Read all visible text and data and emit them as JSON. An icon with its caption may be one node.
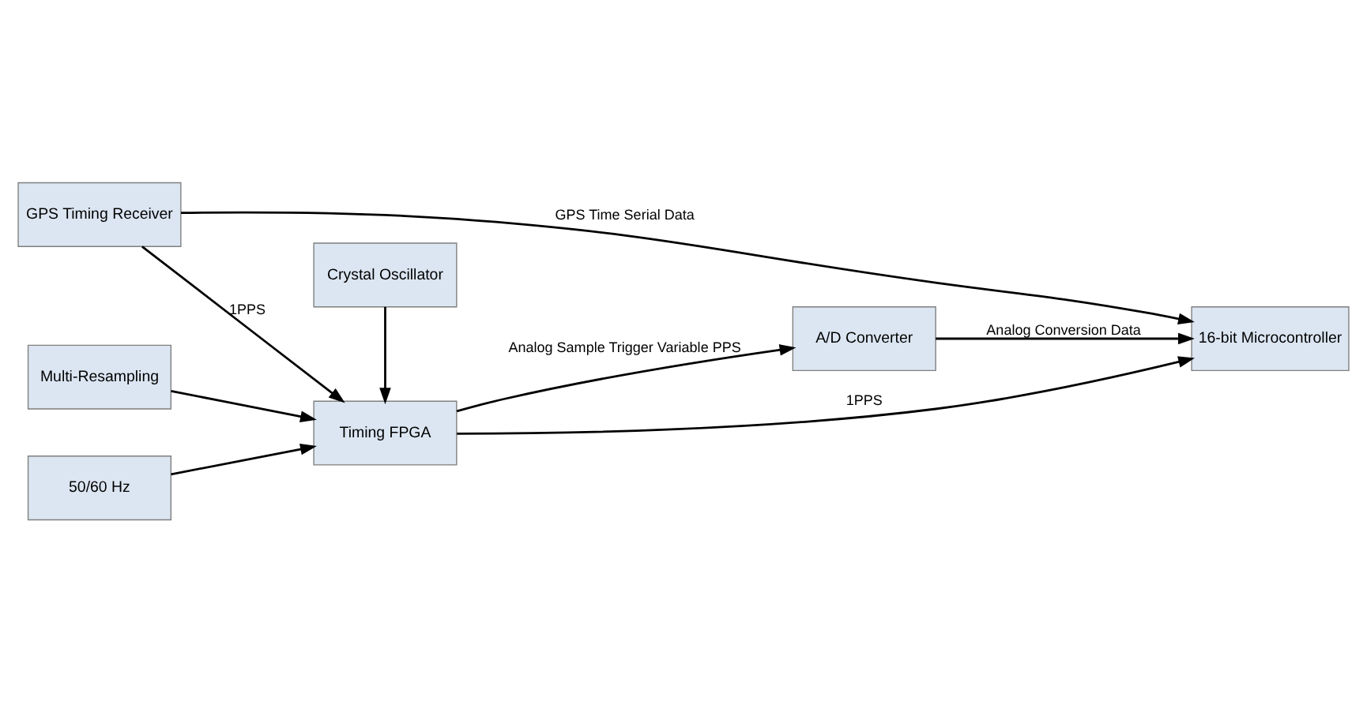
{
  "diagram": {
    "nodes": [
      {
        "text": [
          "Crystal Oscillator"
        ]
      },
      {
        "text": [
          "Multi-Resampling"
        ]
      },
      {
        "text": [
          "50/60 Hz"
        ]
      },
      {
        "text": [
          "Timing FPGA"
        ]
      },
      {
        "text": [
          "A/D Converter"
        ]
      },
      {
        "text": [
          "GPS Timing Receiver"
        ]
      },
      {
        "text": [
          "16-bit Microcontroller"
        ]
      }
    ],
    "edges": [
      {
        "from": 0,
        "to": 3,
        "arrow": "to"
      },
      {
        "from": 1,
        "to": 3,
        "arrow": "to"
      },
      {
        "from": 2,
        "to": 3,
        "arrow": "to"
      },
      {
        "from": 3,
        "to": 4,
        "arrow": "to",
        "label": "Analog Sample Trigger Variable PPS"
      },
      {
        "from": 3,
        "to": 6,
        "arrow": "to",
        "label": "1PPS"
      },
      {
        "from": 5,
        "to": 3,
        "arrow": "to",
        "label": "1PPS"
      },
      {
        "from": 4,
        "to": 6,
        "arrow": "to",
        "label": "Analog Conversion Data"
      },
      {
        "from": 5,
        "to": 6,
        "arrow": "to",
        "label": "GPS Time Serial Data"
      }
    ]
  }
}
